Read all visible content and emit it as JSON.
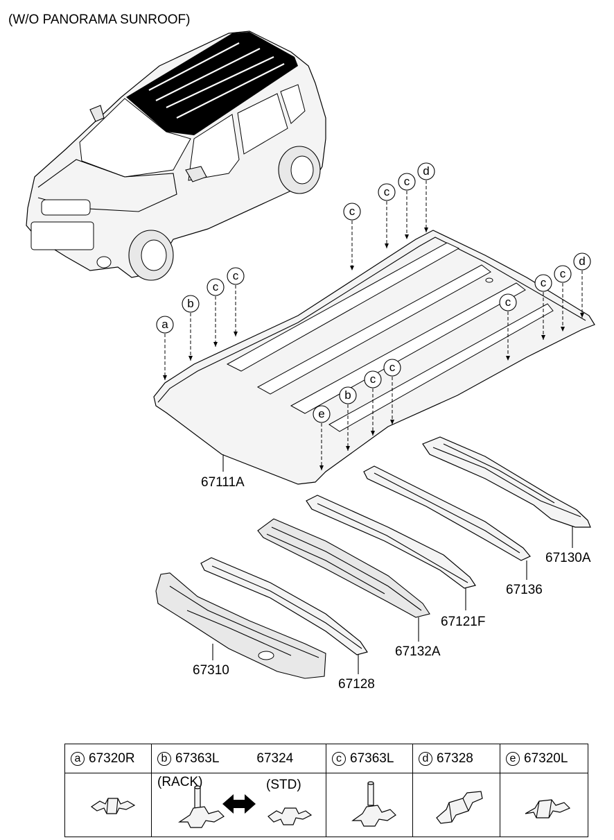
{
  "title": "(W/O PANORAMA SUNROOF)",
  "callouts": [
    "a",
    "b",
    "c",
    "c",
    "c",
    "c",
    "c",
    "d",
    "c",
    "c",
    "d",
    "c",
    "e",
    "b",
    "c",
    "c"
  ],
  "part_labels": {
    "roof_panel": "67111A",
    "rail_rear": "67130A",
    "bow_136": "67136",
    "rail_121f": "67121F",
    "bow_132a": "67132A",
    "front_rail": "67310",
    "bow_128": "67128"
  },
  "legend": {
    "columns": [
      {
        "letter": "a",
        "part": "67320R"
      },
      {
        "letter": "b",
        "part": "67363L",
        "part_alt": "67324",
        "sub_left": "(RACK)",
        "sub_right": "(STD)"
      },
      {
        "letter": "c",
        "part": "67363L"
      },
      {
        "letter": "d",
        "part": "67328"
      },
      {
        "letter": "e",
        "part": "67320L"
      }
    ]
  }
}
